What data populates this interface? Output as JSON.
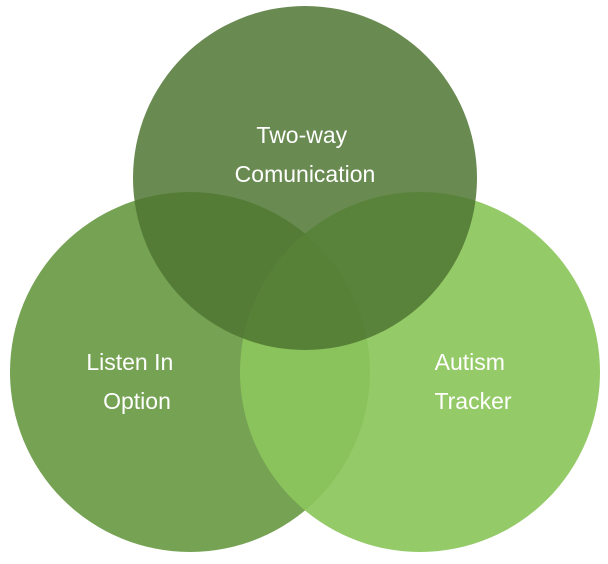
{
  "diagram": {
    "type": "venn",
    "circles": [
      {
        "id": "listen",
        "lines": [
          "Listen In",
          "Option"
        ],
        "color": "#6a9a45"
      },
      {
        "id": "autism",
        "lines": [
          "Autism",
          "Tracker"
        ],
        "color": "#8cc65c"
      },
      {
        "id": "comm",
        "lines": [
          "Two-way",
          "Comunication"
        ],
        "color": "#4f7632"
      }
    ]
  }
}
